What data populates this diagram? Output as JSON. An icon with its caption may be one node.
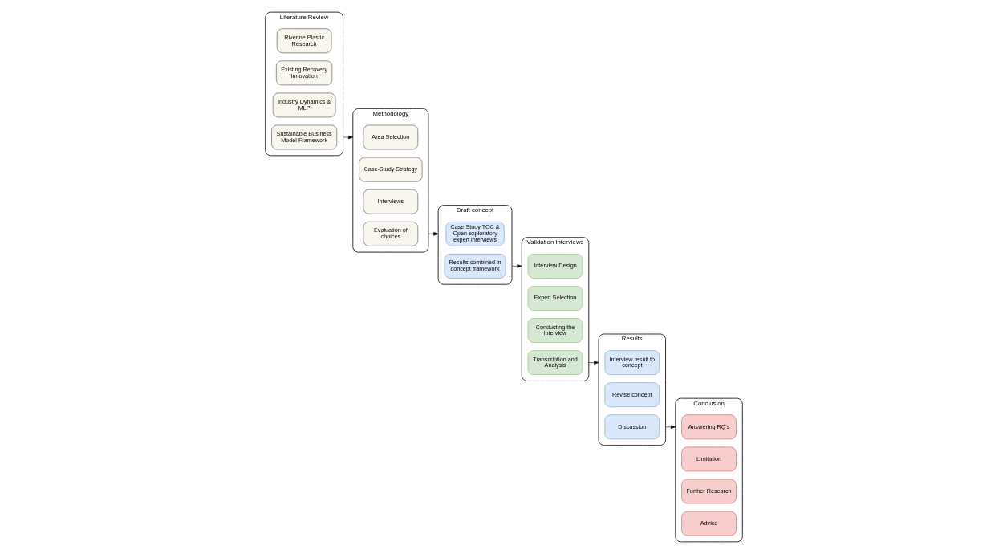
{
  "diagram": {
    "nodes": [
      {
        "text": [
          "Literature Review"
        ]
      },
      {
        "text": [
          "Riverine Plastic Research"
        ],
        "in": 0
      },
      {
        "text": [
          "Existing Recovery Innovation"
        ],
        "in": 0
      },
      {
        "text": [
          "Industry Dynamics & MLP"
        ],
        "in": 0
      },
      {
        "text": [
          "Sustainable Business Model Framework"
        ],
        "in": 0
      },
      {
        "text": [
          "Methodology"
        ]
      },
      {
        "text": [
          "Area Selection"
        ],
        "in": 5
      },
      {
        "text": [
          "Case-Study Strategy"
        ],
        "in": 5
      },
      {
        "text": [
          "Interviews"
        ],
        "in": 5
      },
      {
        "text": [
          "Evaluation of choices"
        ],
        "in": 5
      },
      {
        "text": [
          "Draft concept"
        ]
      },
      {
        "text": [
          "Case Study TOC & Open exploratory expert interviews"
        ],
        "in": 10
      },
      {
        "text": [
          "Results combined in concept framework"
        ],
        "in": 10
      },
      {
        "text": [
          "Validation Interviews"
        ]
      },
      {
        "text": [
          "Interview Design"
        ],
        "in": 13
      },
      {
        "text": [
          "Expert Selection"
        ],
        "in": 13
      },
      {
        "text": [
          "Conducting the interview"
        ],
        "in": 13
      },
      {
        "text": [
          "Transcription and Analysis"
        ],
        "in": 13
      },
      {
        "text": [
          "Results"
        ]
      },
      {
        "text": [
          "Interview result to concept"
        ],
        "in": 18
      },
      {
        "text": [
          "Revise concept"
        ],
        "in": 18
      },
      {
        "text": [
          "Discussion"
        ],
        "in": 18
      },
      {
        "text": [
          "Conclusion"
        ]
      },
      {
        "text": [
          "Answering RQ's"
        ],
        "in": 22
      },
      {
        "text": [
          "Limitation"
        ],
        "in": 22
      },
      {
        "text": [
          "Further Research"
        ],
        "in": 22
      },
      {
        "text": [
          "Advice"
        ],
        "in": 22
      }
    ],
    "edges": [
      {
        "from": 0,
        "to": 5,
        "arrow": "to"
      },
      {
        "from": 5,
        "to": 10,
        "arrow": "to"
      },
      {
        "from": 10,
        "to": 13,
        "arrow": "to"
      },
      {
        "from": 13,
        "to": 18,
        "arrow": "to"
      },
      {
        "from": 18,
        "to": 22,
        "arrow": "to"
      }
    ]
  }
}
